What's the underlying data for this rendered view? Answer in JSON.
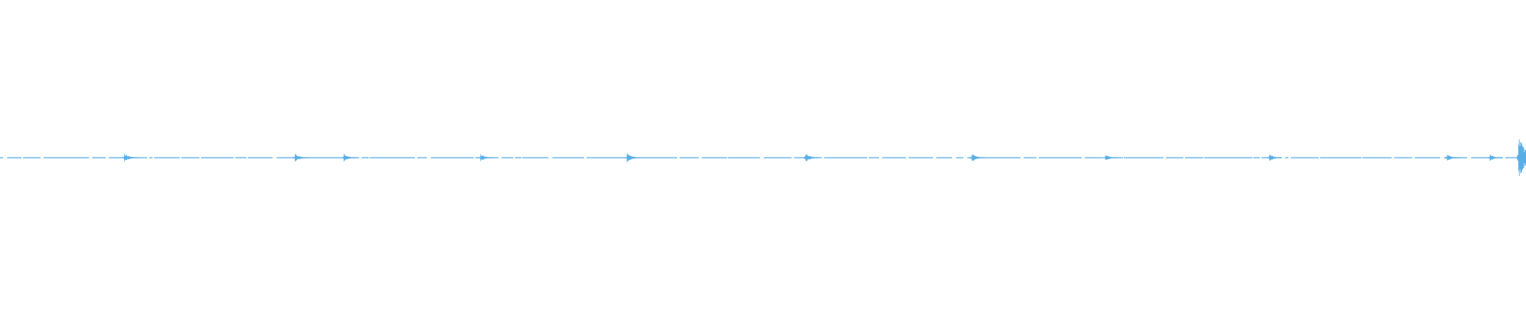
{
  "waveform": {
    "color": "#5aaee6",
    "bursts": [
      {
        "time": 0.0825,
        "peak": 0.03
      },
      {
        "time": 0.1945,
        "peak": 0.03
      },
      {
        "time": 0.2265,
        "peak": 0.028
      },
      {
        "time": 0.316,
        "peak": 0.026
      },
      {
        "time": 0.412,
        "peak": 0.033
      },
      {
        "time": 0.529,
        "peak": 0.032
      },
      {
        "time": 0.638,
        "peak": 0.03
      },
      {
        "time": 0.7255,
        "peak": 0.022
      },
      {
        "time": 0.833,
        "peak": 0.026
      },
      {
        "time": 0.9495,
        "peak": 0.026
      },
      {
        "time": 0.9775,
        "peak": 0.022
      },
      {
        "time": 0.9962,
        "peak": 0.16
      }
    ]
  }
}
